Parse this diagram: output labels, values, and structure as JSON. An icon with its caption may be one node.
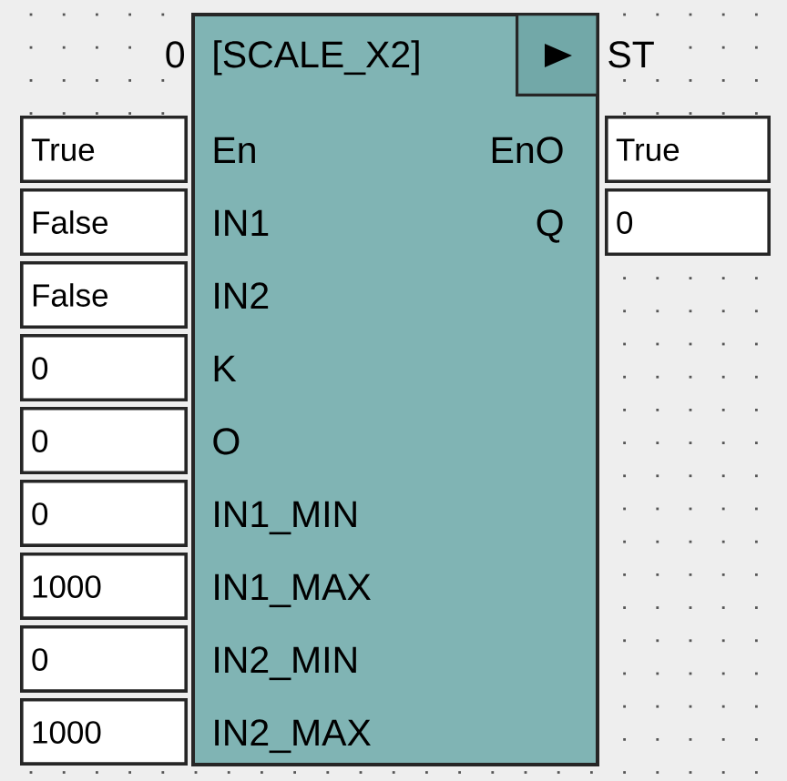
{
  "diagram": {
    "nodes": [
      {
        "text": [
          "[SCALE_X2]"
        ],
        "beside": [
          "0",
          "ST"
        ]
      },
      {
        "text": [
          "True"
        ]
      },
      {
        "text": [
          "True"
        ]
      },
      {
        "text": [
          "False"
        ]
      },
      {
        "text": [
          "0"
        ]
      },
      {
        "text": [
          "False"
        ]
      },
      {
        "text": [
          "0"
        ]
      },
      {
        "text": [
          "0"
        ]
      },
      {
        "text": [
          "0"
        ]
      },
      {
        "text": [
          "1000"
        ]
      },
      {
        "text": [
          "0"
        ]
      },
      {
        "text": [
          "1000"
        ]
      }
    ],
    "labels": [
      "En",
      "EnO",
      "IN1",
      "Q",
      "IN2",
      "K",
      "O",
      "IN1_MIN",
      "IN1_MAX",
      "IN2_MIN",
      "IN2_MAX"
    ]
  }
}
